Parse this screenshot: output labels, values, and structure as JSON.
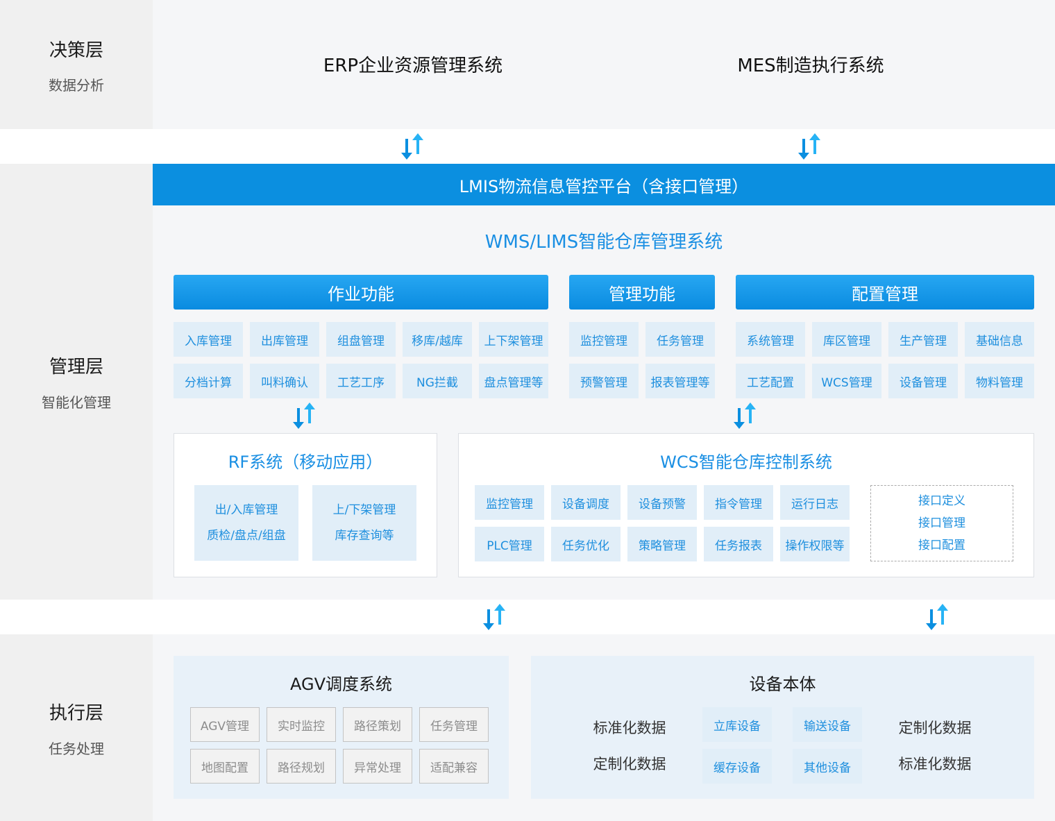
{
  "layers": {
    "decision": {
      "name": "决策层",
      "sub": "数据分析"
    },
    "management": {
      "name": "管理层",
      "sub": "智能化管理"
    },
    "execution": {
      "name": "执行层",
      "sub": "任务处理"
    }
  },
  "top": {
    "erp": "ERP企业资源管理系统",
    "mes": "MES制造执行系统"
  },
  "lmis": "LMIS物流信息管控平台（含接口管理）",
  "wms": {
    "title": "WMS/LIMS智能仓库管理系统",
    "operation": {
      "title": "作业功能",
      "items": [
        "入库管理",
        "出库管理",
        "组盘管理",
        "移库/越库",
        "上下架管理",
        "分档计算",
        "叫料确认",
        "工艺工序",
        "NG拦截",
        "盘点管理等"
      ]
    },
    "management": {
      "title": "管理功能",
      "items": [
        "监控管理",
        "任务管理",
        "预警管理",
        "报表管理等"
      ]
    },
    "config": {
      "title": "配置管理",
      "items": [
        "系统管理",
        "库区管理",
        "生产管理",
        "基础信息",
        "工艺配置",
        "WCS管理",
        "设备管理",
        "物料管理"
      ]
    }
  },
  "rf": {
    "title": "RF系统（移动应用）",
    "box1": [
      "出/入库管理",
      "质检/盘点/组盘"
    ],
    "box2": [
      "上/下架管理",
      "库存查询等"
    ]
  },
  "wcs": {
    "title": "WCS智能仓库控制系统",
    "items": [
      "监控管理",
      "设备调度",
      "设备预警",
      "指令管理",
      "运行日志",
      "PLC管理",
      "任务优化",
      "策略管理",
      "任务报表",
      "操作权限等"
    ],
    "interface": [
      "接口定义",
      "接口管理",
      "接口配置"
    ]
  },
  "agv": {
    "title": "AGV调度系统",
    "items": [
      "AGV管理",
      "实时监控",
      "路径策划",
      "任务管理",
      "地图配置",
      "路径规划",
      "异常处理",
      "适配兼容"
    ]
  },
  "equipment": {
    "title": "设备本体",
    "left": [
      "标准化数据",
      "定制化数据"
    ],
    "items": [
      "立库设备",
      "输送设备",
      "缓存设备",
      "其他设备"
    ],
    "right": [
      "定制化数据",
      "标准化数据"
    ]
  },
  "colors": {
    "accent": "#0b8fe0",
    "cell_bg": "#e1eef8",
    "cell_text": "#1e8fde",
    "left_band": "#f0f0f0"
  },
  "icons": {
    "sync": "bidirectional-arrows-icon"
  }
}
